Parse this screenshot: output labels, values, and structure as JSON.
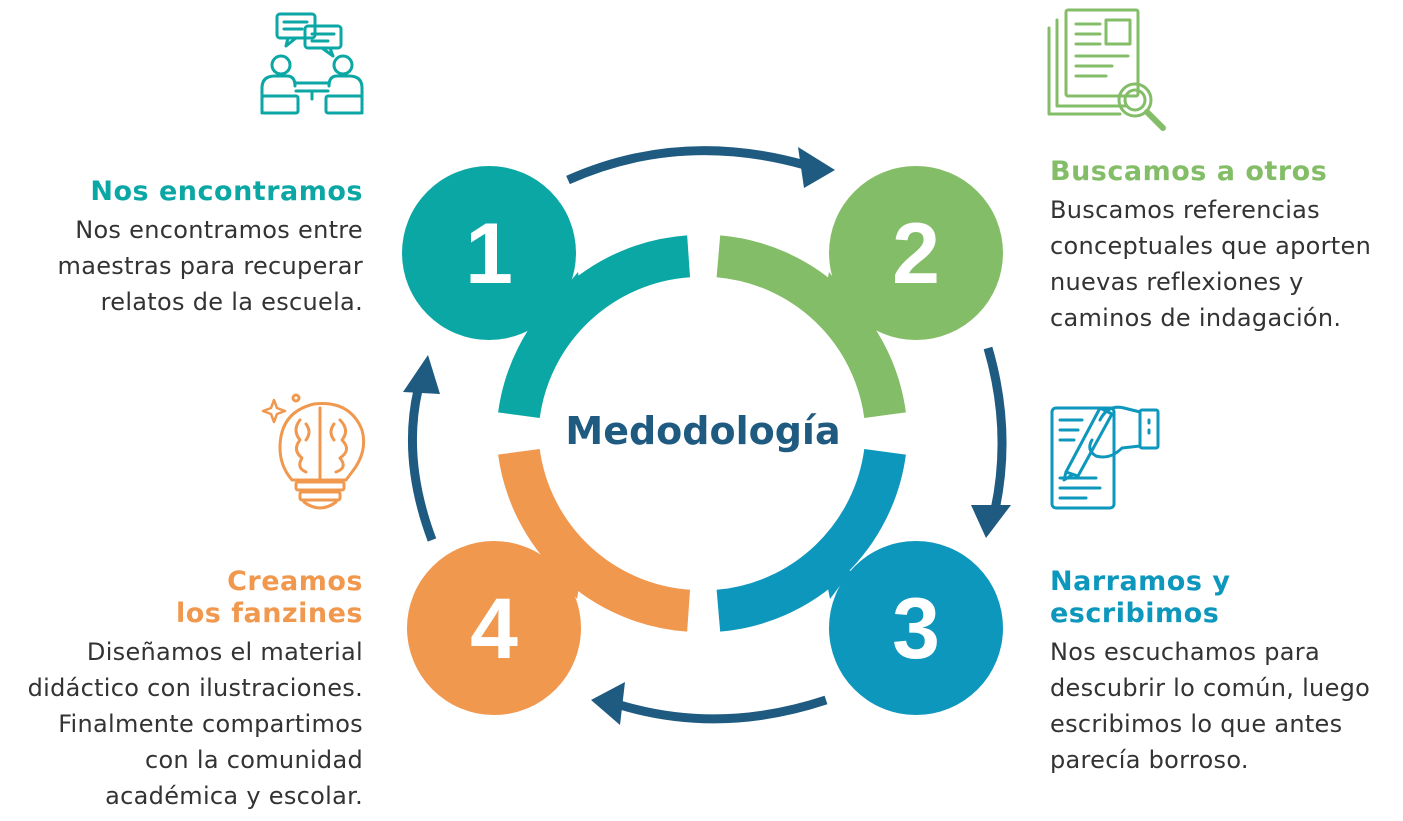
{
  "center_label": "Medodología",
  "colors": {
    "teal": "#0aa7a5",
    "green": "#84bd67",
    "blue": "#0d97bd",
    "orange": "#f1984f",
    "dark_blue": "#1f5b80",
    "text": "#333333"
  },
  "steps": [
    {
      "number": "1",
      "title_lines": [
        "Nos encontramos"
      ],
      "body_lines": [
        "Nos encontramos entre",
        "maestras para recuperar",
        "relatos de la escuela."
      ],
      "icon": "meeting-people-icon"
    },
    {
      "number": "2",
      "title_lines": [
        "Buscamos a otros"
      ],
      "body_lines": [
        "Buscamos referencias",
        "conceptuales que aporten",
        "nuevas reflexiones y",
        "caminos de indagación."
      ],
      "icon": "document-search-icon"
    },
    {
      "number": "3",
      "title_lines": [
        "Narramos y",
        "escribimos"
      ],
      "body_lines": [
        "Nos escuchamos para",
        "descubrir lo común, luego",
        "escribimos lo que antes",
        "parecía borroso."
      ],
      "icon": "hand-writing-icon"
    },
    {
      "number": "4",
      "title_lines": [
        "Creamos",
        "los fanzines"
      ],
      "body_lines": [
        "Diseñamos el material",
        "didáctico con ilustraciones.",
        "Finalmente compartimos",
        "con la comunidad",
        "académica y escolar."
      ],
      "icon": "brain-lightbulb-icon"
    }
  ]
}
